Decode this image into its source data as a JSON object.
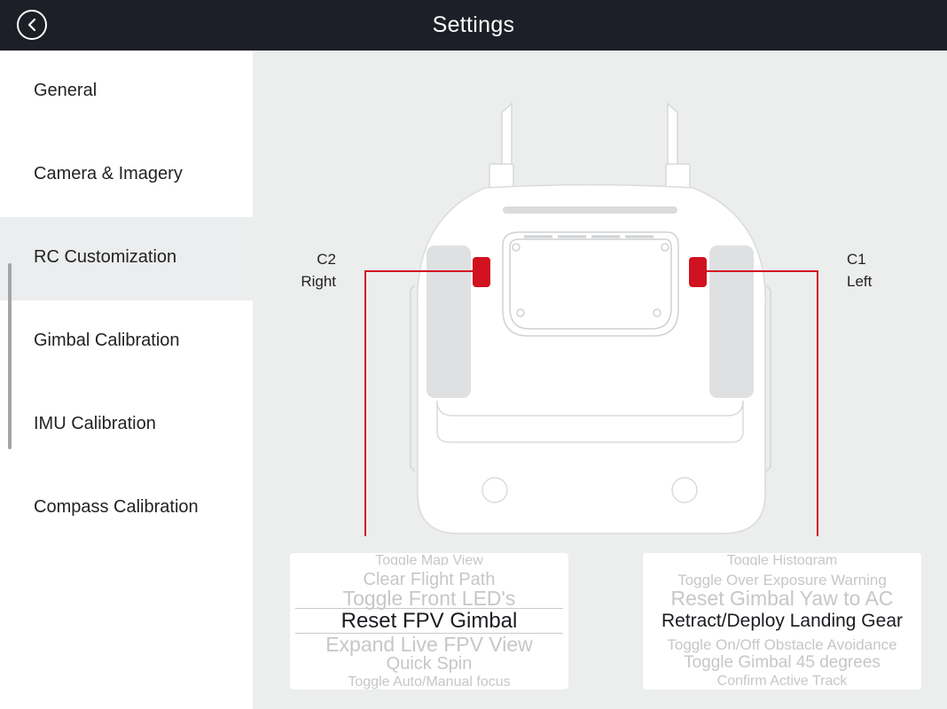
{
  "header": {
    "title": "Settings",
    "back_icon": "chevron-left-icon"
  },
  "sidebar": {
    "items": [
      {
        "label": "General"
      },
      {
        "label": "Camera & Imagery"
      },
      {
        "label": "RC Customization",
        "active": true
      },
      {
        "label": "Gimbal Calibration"
      },
      {
        "label": "IMU Calibration"
      },
      {
        "label": "Compass Calibration"
      }
    ]
  },
  "controller": {
    "c2_label": "C2",
    "c2_side": "Right",
    "c1_label": "C1",
    "c1_side": "Left",
    "accent_color": "#d11220"
  },
  "c2_picker": {
    "options": [
      "Toggle Map View",
      "Clear Flight Path",
      "Toggle Front LED's",
      "Reset FPV Gimbal",
      "Expand Live FPV View",
      "Quick Spin",
      "Toggle Auto/Manual focus"
    ],
    "selected": "Reset FPV Gimbal"
  },
  "c1_picker": {
    "options": [
      "Toggle Histogram",
      "Toggle Over Exposure Warning",
      "Reset Gimbal Yaw to AC",
      "Retract/Deploy Landing Gear",
      "Toggle On/Off Obstacle Avoidance",
      "Toggle Gimbal 45 degrees",
      "Confirm Active Track"
    ],
    "selected": "Retract/Deploy Landing Gear"
  }
}
